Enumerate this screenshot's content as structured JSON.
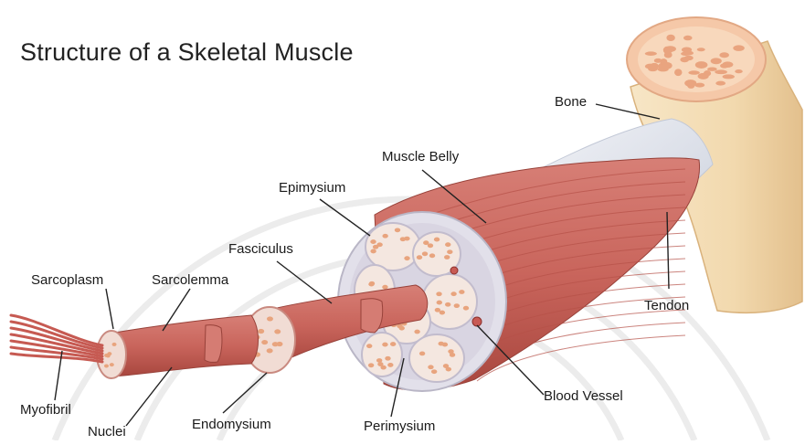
{
  "title": "Structure of a Skeletal Muscle",
  "labels": {
    "bone": "Bone",
    "muscle_belly": "Muscle Belly",
    "epimysium": "Epimysium",
    "fasciculus": "Fasciculus",
    "sarcoplasm": "Sarcoplasm",
    "sarcolemma": "Sarcolemma",
    "tendon": "Tendon",
    "blood_vessel": "Blood Vessel",
    "myofibril": "Myofibril",
    "nuclei": "Nuclei",
    "endomysium": "Endomysium",
    "perimysium": "Perimysium"
  },
  "colors": {
    "muscle": "#c9655c",
    "muscle_dark": "#a8463e",
    "muscle_light": "#dc8c82",
    "bone": "#f2d9ae",
    "bone_inner": "#f6c6a6",
    "tendon": "#dfe3ea",
    "sheath": "#e8e6ef",
    "fascicle_fill": "#f4e7e0",
    "fiber_dot": "#e8a47e",
    "leader": "#222222"
  }
}
